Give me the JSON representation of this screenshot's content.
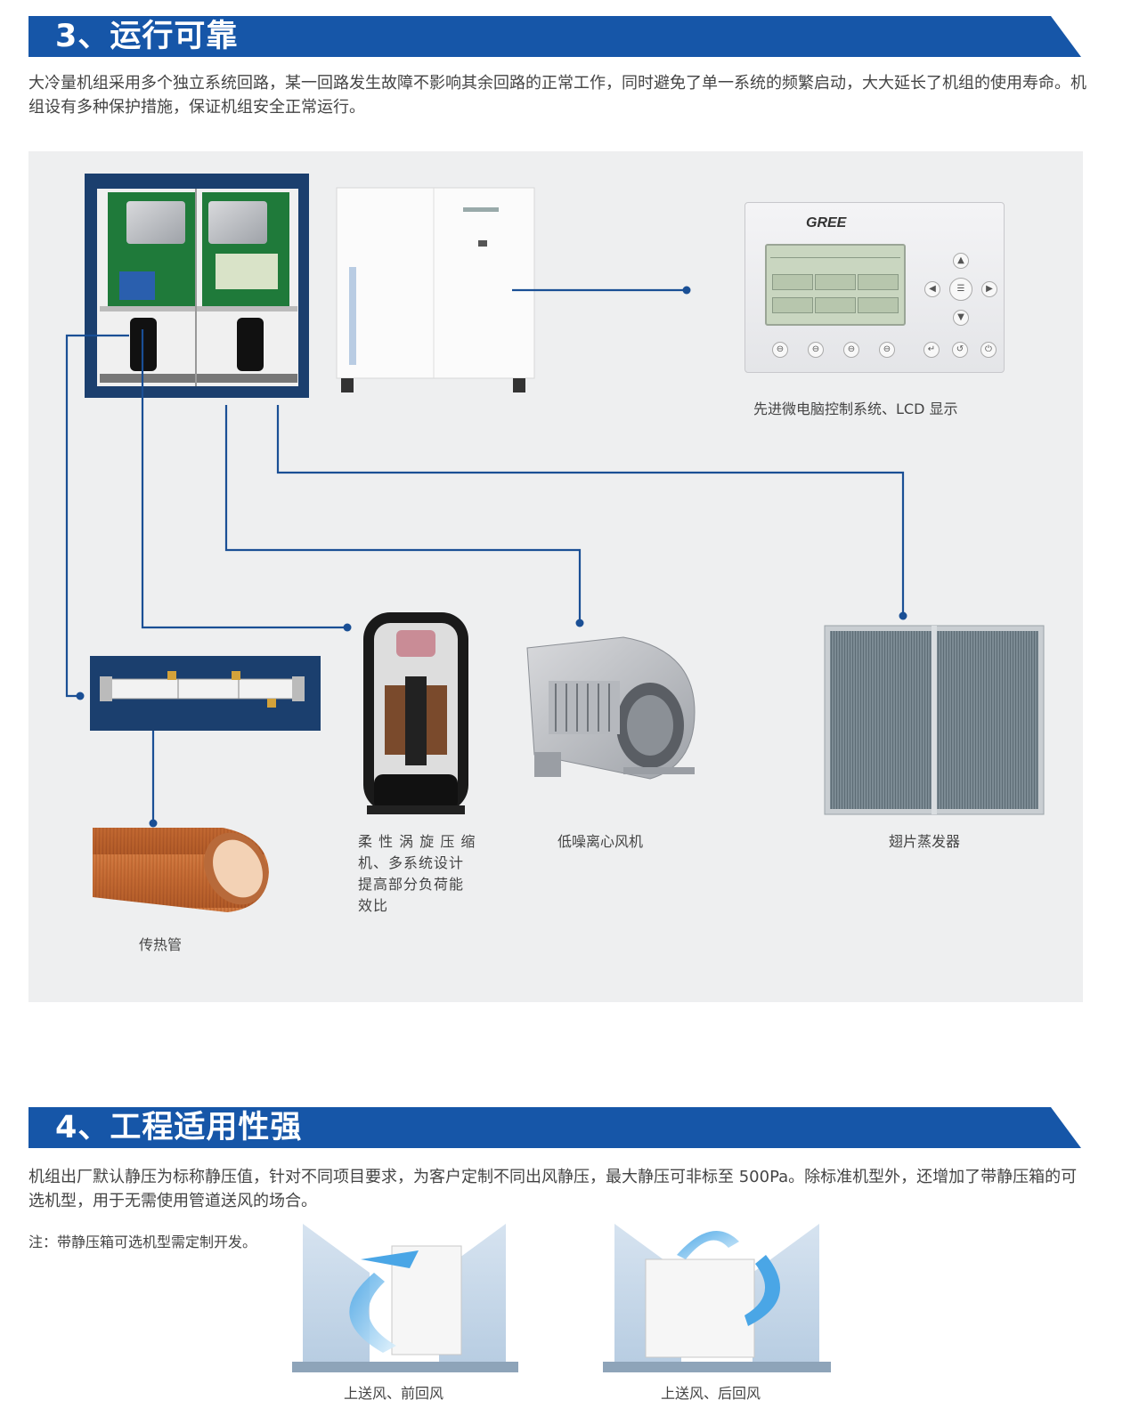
{
  "section3": {
    "title": "3、运行可靠",
    "description": "大冷量机组采用多个独立系统回路，某一回路发生故障不影响其余回路的正常工作，同时避免了单一系统的频繁启动，大大延长了机组的使用寿命。机组设有多种保护措施，保证机组安全正常运行。",
    "controller": {
      "brand": "GREE",
      "caption": "先进微电脑控制系统、LCD 显示"
    },
    "components": {
      "compressor_caption_lines": [
        "柔 性 涡 旋 压 缩",
        "机、多系统设计",
        "提高部分负荷能",
        "效比"
      ],
      "fan_caption": "低噪离心风机",
      "evaporator_caption": "翅片蒸发器",
      "tube_caption": "传热管"
    }
  },
  "section4": {
    "title": "4、工程适用性强",
    "description": "机组出厂默认静压为标称静压值，针对不同项目要求，为客户定制不同出风静压，最大静压可非标至 500Pa。除标准机型外，还增加了带静压箱的可选机型，用于无需使用管道送风的场合。",
    "note": "注：带静压箱可选机型需定制开发。",
    "airflow_options": [
      {
        "caption": "上送风、前回风"
      },
      {
        "caption": "上送风、后回风"
      }
    ]
  },
  "colors": {
    "header_blue": "#1656a8",
    "connector_blue": "#1a4f95",
    "panel_gray": "#eeeff0"
  }
}
